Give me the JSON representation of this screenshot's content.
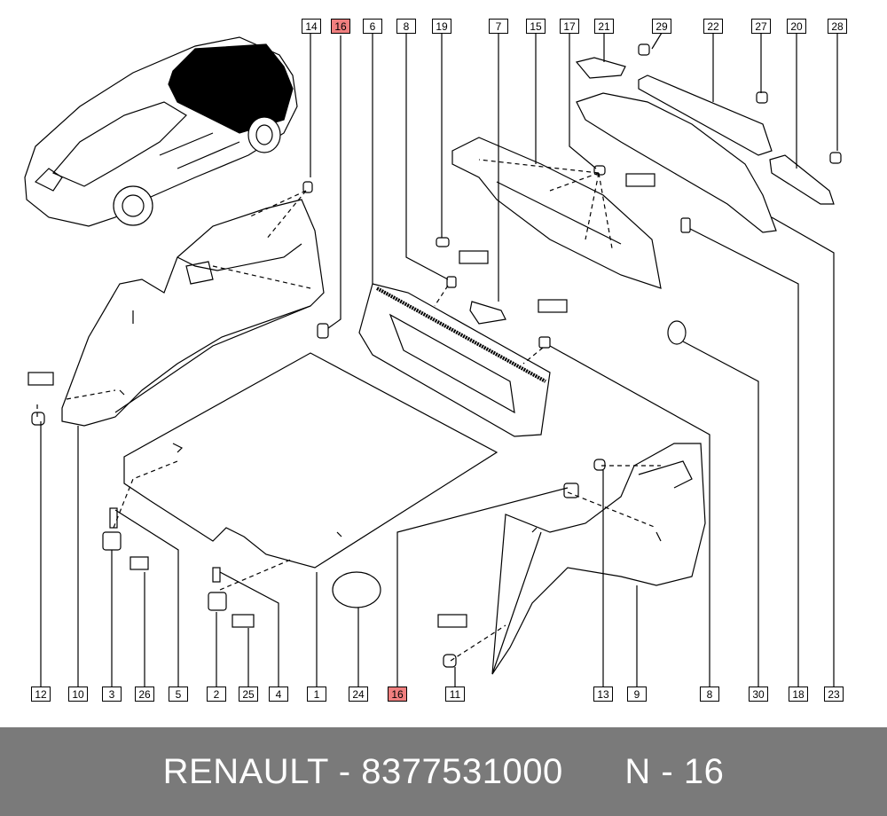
{
  "callouts": {
    "top": [
      "14",
      "16",
      "6",
      "8",
      "19",
      "7",
      "15",
      "17",
      "21",
      "29",
      "22",
      "27",
      "20",
      "28"
    ],
    "bottom": [
      "12",
      "10",
      "3",
      "26",
      "5",
      "2",
      "25",
      "4",
      "1",
      "24",
      "16",
      "11",
      "13",
      "9",
      "8",
      "30",
      "18",
      "23"
    ]
  },
  "highlighted_part": "16",
  "highlight_color": "#f07f7f",
  "footer": {
    "brand": "RENAULT",
    "separator": " - ",
    "part_number": "8377531000",
    "ref_label": "N - 16"
  },
  "colors": {
    "footer_bg": "#7a7a7a",
    "footer_text": "#ffffff",
    "line": "#000000"
  }
}
